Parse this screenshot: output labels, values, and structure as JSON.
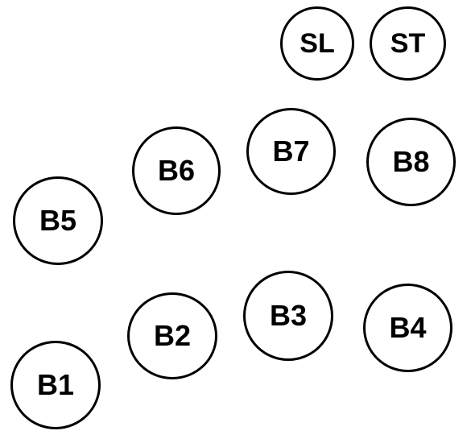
{
  "nodes": {
    "sl": "SL",
    "st": "ST",
    "b1": "B1",
    "b2": "B2",
    "b3": "B3",
    "b4": "B4",
    "b5": "B5",
    "b6": "B6",
    "b7": "B7",
    "b8": "B8"
  },
  "colors": {
    "stroke": "#000000",
    "fill": "#ffffff",
    "text": "#000000"
  }
}
